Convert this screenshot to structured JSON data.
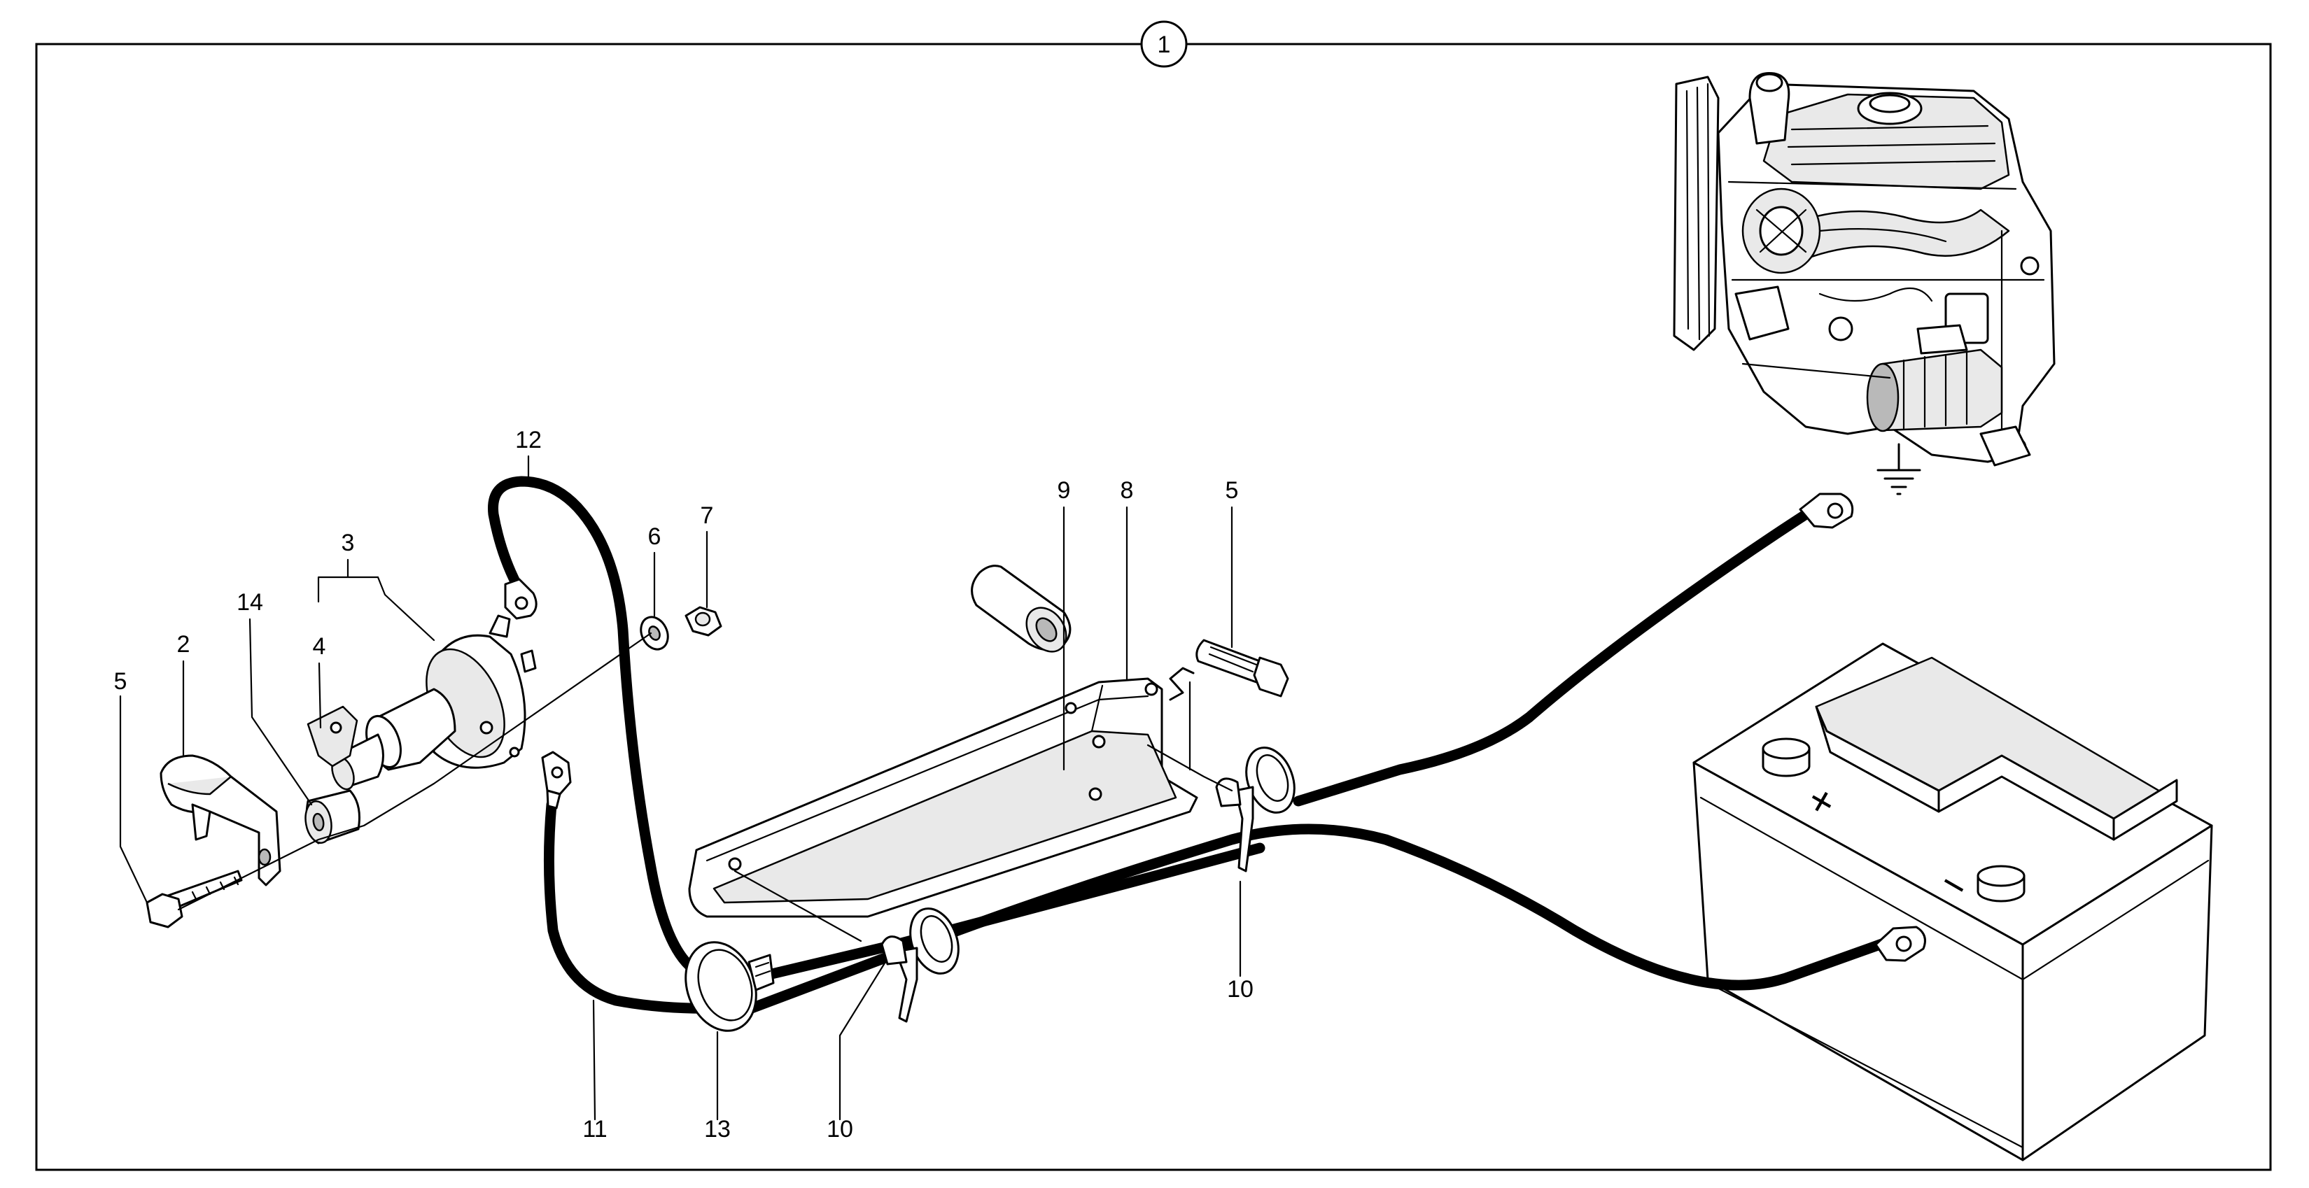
{
  "diagram": {
    "frame_number": "1",
    "callouts": [
      {
        "id": "callout-5-left",
        "text": "5"
      },
      {
        "id": "callout-2",
        "text": "2"
      },
      {
        "id": "callout-14",
        "text": "14"
      },
      {
        "id": "callout-4",
        "text": "4"
      },
      {
        "id": "callout-3",
        "text": "3"
      },
      {
        "id": "callout-12",
        "text": "12"
      },
      {
        "id": "callout-6",
        "text": "6"
      },
      {
        "id": "callout-7",
        "text": "7"
      },
      {
        "id": "callout-9",
        "text": "9"
      },
      {
        "id": "callout-8",
        "text": "8"
      },
      {
        "id": "callout-5-right",
        "text": "5"
      },
      {
        "id": "callout-10-right",
        "text": "10"
      },
      {
        "id": "callout-11",
        "text": "11"
      },
      {
        "id": "callout-13",
        "text": "13"
      },
      {
        "id": "callout-10-bottom",
        "text": "10"
      }
    ],
    "battery_plus_symbol": "+",
    "battery_minus_symbol": "−",
    "icons": [
      "ground-symbol-icon",
      "engine-illustration",
      "battery-illustration"
    ]
  }
}
